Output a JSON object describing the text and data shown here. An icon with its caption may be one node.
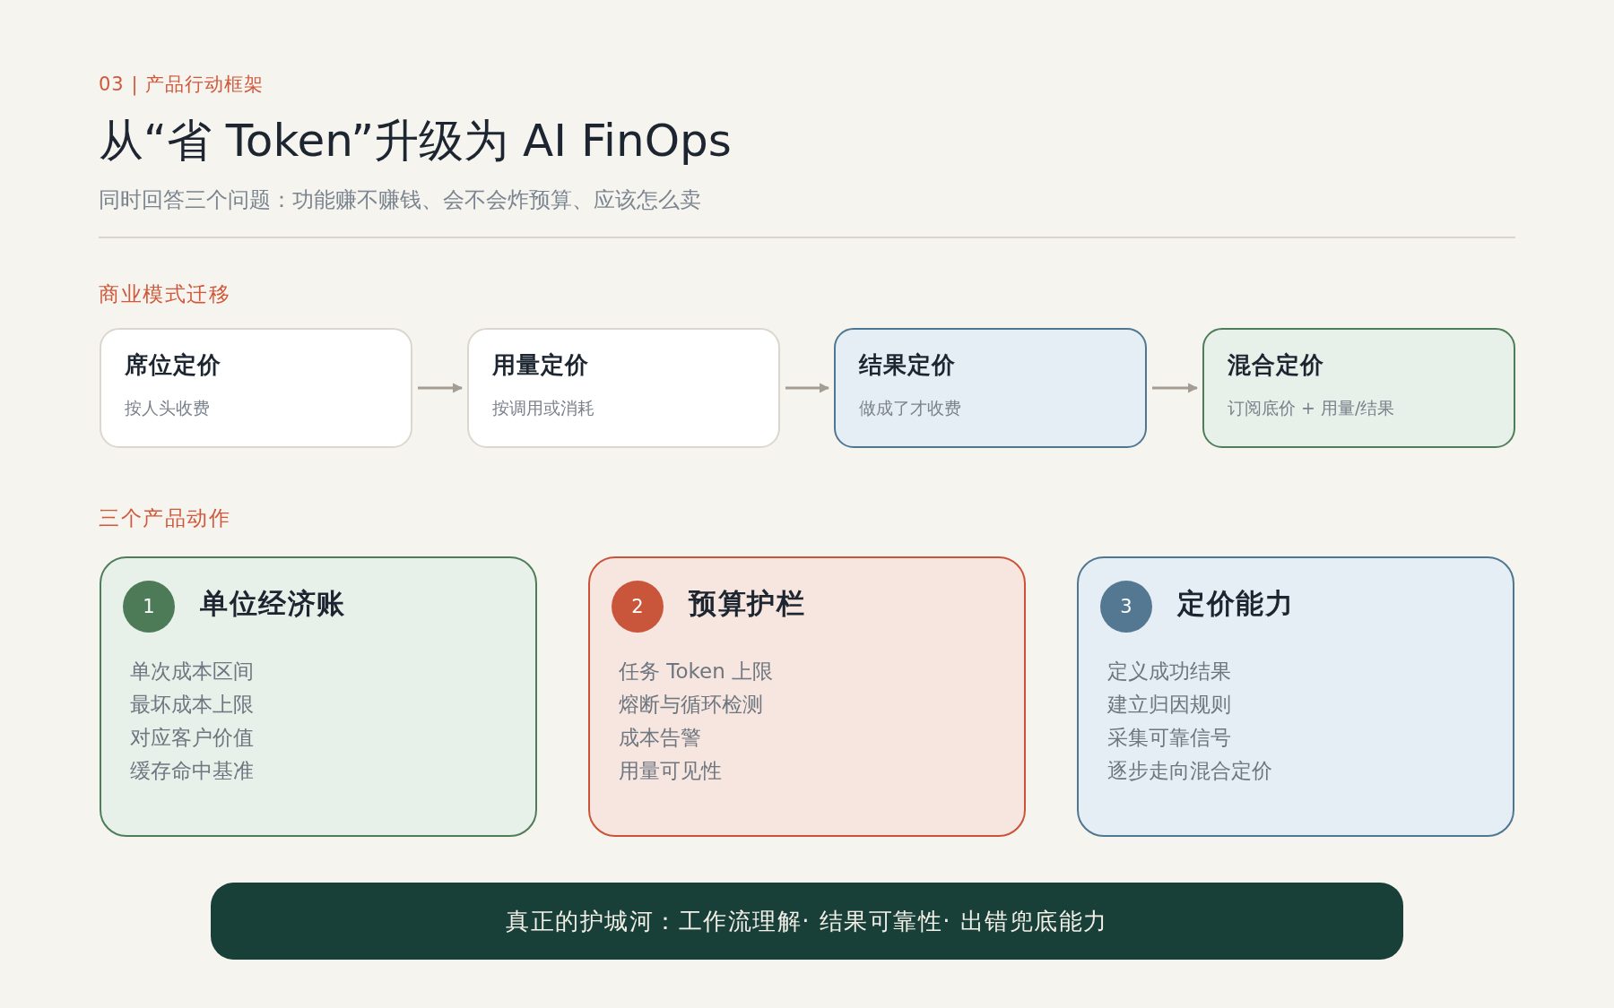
{
  "diagram": {
    "title": "从“省 Token”升级为 AI FinOps",
    "nodes": [
      {
        "text": [
          "席位定价",
          "按人头收费"
        ]
      },
      {
        "text": [
          "用量定价",
          "按调用或消耗"
        ]
      },
      {
        "text": [
          "结果定价",
          "做成了才收费"
        ]
      },
      {
        "text": [
          "混合定价",
          "订阅底价 + 用量/结果"
        ]
      },
      {
        "text": [
          "单位经济账",
          "单次成本区间",
          "最坏成本上限",
          "对应客户价值",
          "缓存命中基准"
        ]
      },
      {
        "text": [
          "1"
        ],
        "in": 4
      },
      {
        "text": [
          "预算护栏",
          "任务 Token 上限",
          "熔断与循环检测",
          "成本告警",
          "用量可见性"
        ]
      },
      {
        "text": [
          "2"
        ],
        "in": 6
      },
      {
        "text": [
          "定价能力",
          "定义成功结果",
          "建立归因规则",
          "采集可靠信号",
          "逐步走向混合定价"
        ]
      },
      {
        "text": [
          "3"
        ],
        "in": 8
      },
      {
        "text": [
          "真正的护城河：工作流理解· 结果可靠性· 出错兜底能力"
        ]
      }
    ],
    "edges": [
      {
        "from": 0,
        "to": 1,
        "arrow": "to"
      },
      {
        "from": 1,
        "to": 2,
        "arrow": "to"
      },
      {
        "from": 2,
        "to": 3,
        "arrow": "to"
      }
    ],
    "labels": [
      "03 | 产品行动框架",
      "同时回答三个问题：功能赚不赚钱、会不会炸预算、应该怎么卖",
      "商业模式迁移",
      "三个产品动作"
    ]
  }
}
